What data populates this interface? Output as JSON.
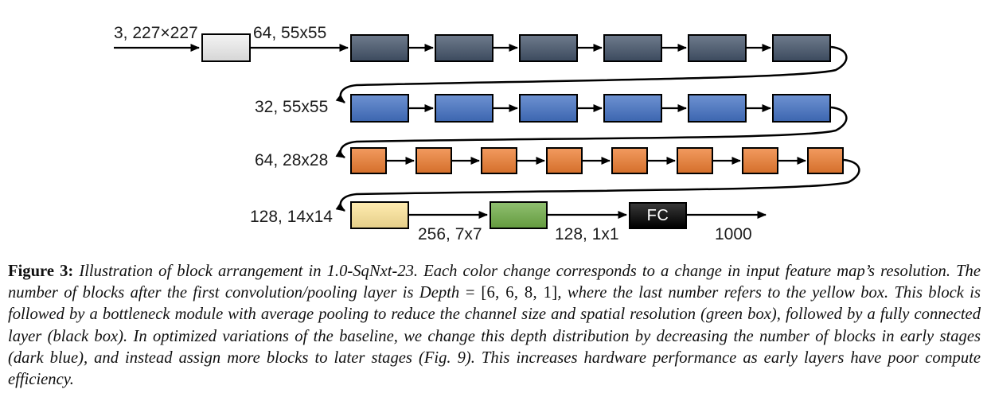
{
  "figure": {
    "input_label": "3, 227×227",
    "input_box": {
      "color": "#E4E4E4"
    },
    "stages": [
      {
        "name": "dark-navy",
        "label": "64, 55x55",
        "color": "#44546A",
        "blocks": 6
      },
      {
        "name": "blue",
        "label": "32, 55x55",
        "color": "#4472C4",
        "blocks": 6
      },
      {
        "name": "orange",
        "label": "64, 28x28",
        "color": "#ED7D31",
        "blocks": 8
      },
      {
        "name": "yellow",
        "label": "128, 14x14",
        "color": "#FFE699",
        "blocks": 1
      }
    ],
    "bottleneck": {
      "label": "256, 7x7",
      "color": "#70AD47"
    },
    "fc": {
      "input_label": "128, 1x1",
      "box_label": "FC",
      "color": "#000000",
      "text_color": "#FFFFFF",
      "output_label": "1000"
    }
  },
  "caption": {
    "label": "Figure 3:",
    "segments": [
      {
        "style": "italic",
        "text": " Illustration of block arrangement in 1.0-SqNxt-23. Each color change corresponds to a change in input feature map’s resolution. The number of blocks after the first convolution/pooling layer is "
      },
      {
        "style": "math",
        "text": "Depth"
      },
      {
        "style": "math-upright",
        "text": " = [6, 6, 8, 1]"
      },
      {
        "style": "italic",
        "text": ", where the last number refers to the yellow box. This block is followed by a bottleneck module with average pooling to reduce the channel size and spatial resolution (green box), followed by a fully connected layer (black box). In optimized variations of the baseline, we change this depth distribution by decreasing the number of blocks in early stages (dark blue), and instead assign more blocks to later stages (Fig. 9). This increases hardware performance as early layers have poor compute efficiency."
      }
    ]
  }
}
